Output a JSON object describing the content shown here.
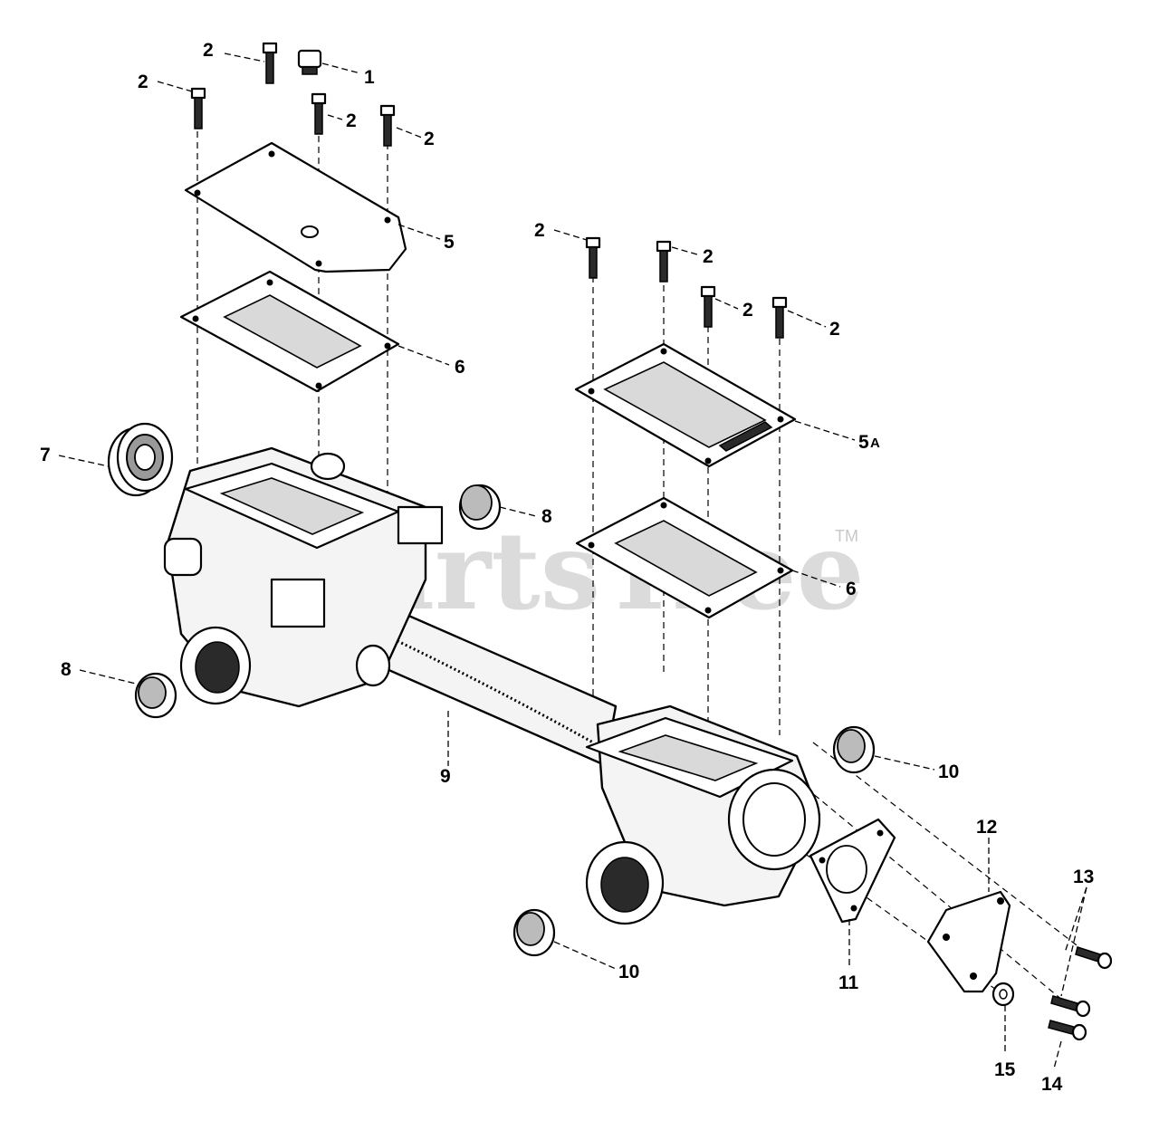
{
  "watermark": {
    "text": "PartsTree",
    "tm": "TM"
  },
  "callouts": {
    "c1": "1",
    "c2": "2",
    "c5": "5",
    "c5a_num": "5",
    "c5a_suffix": "A",
    "c6": "6",
    "c7": "7",
    "c8": "8",
    "c9": "9",
    "c10": "10",
    "c11": "11",
    "c12": "12",
    "c13": "13",
    "c14": "14",
    "c15": "15"
  }
}
